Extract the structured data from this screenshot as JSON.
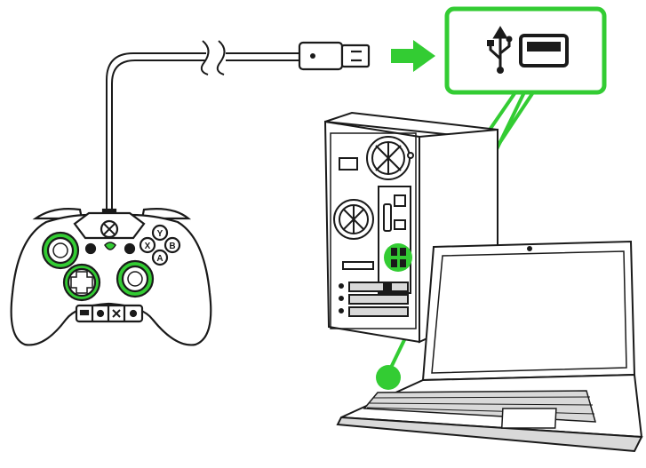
{
  "diagram": {
    "colors": {
      "accent": "#33cc33",
      "line": "#1a1a1a",
      "fill": "#ffffff",
      "shade": "#d9d9d9"
    },
    "icons": {
      "usb_symbol": "usb-icon",
      "usb_port": "usb-port-icon",
      "arrow": "arrow-right-icon"
    },
    "controller_buttons": [
      "Y",
      "X",
      "B",
      "A"
    ]
  }
}
